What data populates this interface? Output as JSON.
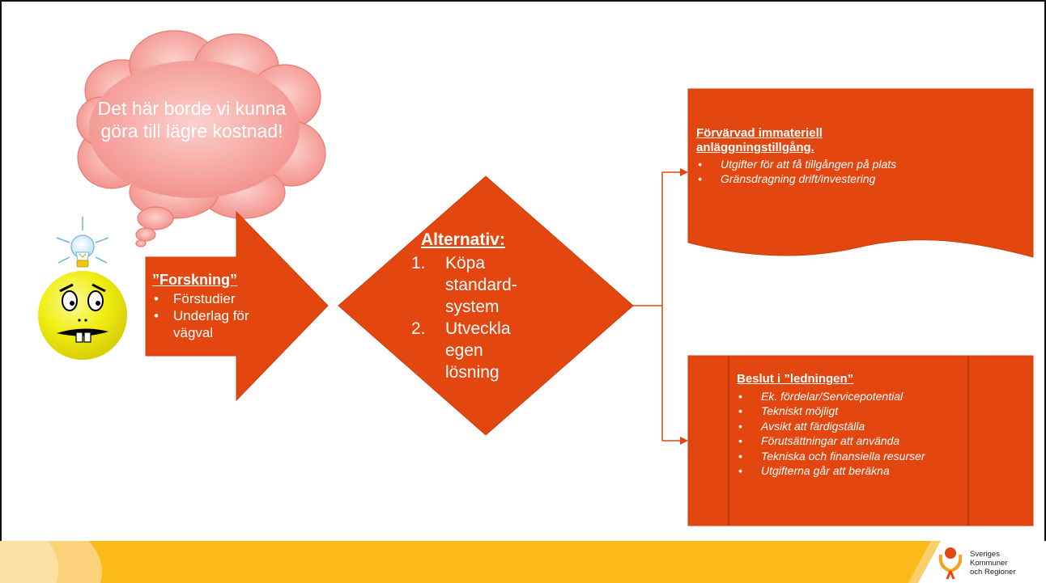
{
  "thought_cloud": {
    "text": "Det här borde vi kunna göra till lägre kostnad!"
  },
  "research_arrow": {
    "title": "”Forskning”",
    "items": [
      "Förstudier",
      "Underlag för vägval"
    ]
  },
  "alternative_diamond": {
    "title": "Alternativ:",
    "items": [
      {
        "num": "1.",
        "text": "Köpa standard-system"
      },
      {
        "num": "2.",
        "text": "Utveckla egen lösning"
      }
    ]
  },
  "acquired_box": {
    "title": "Förvärvad immateriell anläggningstillgång.",
    "items": [
      "Utgifter för att få tillgången på plats",
      "Gränsdragning drift/investering"
    ]
  },
  "decision_box": {
    "title": "Beslut i ”ledningen”",
    "items": [
      "Ek. fördelar/Servicepotential",
      "Tekniskt möjligt",
      "Avsikt att färdigställa",
      "Förutsättningar att använda",
      "Tekniska och finansiella resurser",
      "Utgifterna går att beräkna"
    ]
  },
  "logo": {
    "lines": [
      "Sveriges",
      "Kommuner",
      "och Regioner"
    ]
  },
  "colors": {
    "shape_fill": "#e4460f",
    "shape_stroke": "#b8350a",
    "cloud_fill": "#f59a94",
    "footer_yellow": "#fbb91a",
    "smiley_yellow": "#f2ef13",
    "connector": "#e4460f"
  },
  "icons": [
    "lightbulb-icon",
    "smiley-face-icon",
    "thought-cloud",
    "skr-logo-icon"
  ]
}
